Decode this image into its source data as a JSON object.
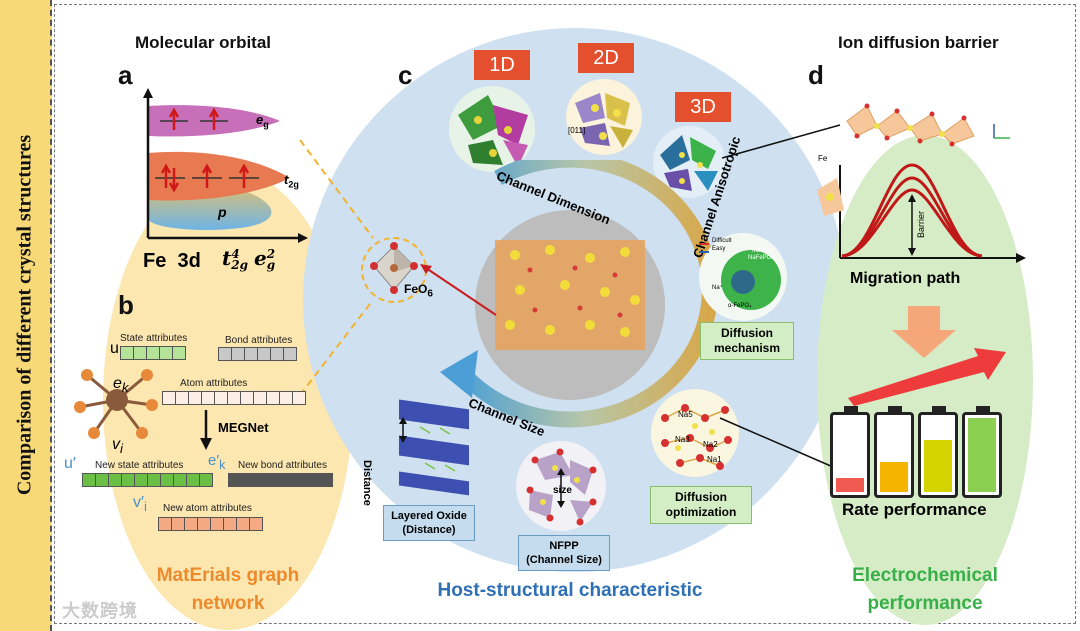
{
  "sidebar": {
    "title": "Comparison of different crystal structures"
  },
  "sections": {
    "a": {
      "letter": "a",
      "title": "Molecular orbital",
      "eg_label": "e",
      "eg_sub": "g",
      "t2g_label": "t",
      "t2g_sub": "2g",
      "p_label": "p",
      "axis_text": "Fe  3d",
      "config_t": "t",
      "config_t_sub": "2g",
      "config_t_sup": "4",
      "config_e": "e",
      "config_e_sub": "g",
      "config_e_sup": "2"
    },
    "b": {
      "letter": "b",
      "u": "u",
      "ek": "e",
      "ek_sub": "k",
      "vi": "v",
      "vi_sub": "i",
      "state_attributes": "State  attributes",
      "bond_attributes": "Bond attributes",
      "atom_attributes": "Atom attributes",
      "megnet": "MEGNet",
      "u_prime": "u′",
      "new_state": "New state  attributes",
      "e_prime": "e′",
      "e_prime_sub": "k",
      "new_bond": "New bond attributes",
      "v_prime": "v′",
      "v_prime_sub": "i",
      "new_atom": "New  atom attributes",
      "bottom_label_1": "MatErials graph",
      "bottom_label_2": "network"
    },
    "c": {
      "letter": "c",
      "tag_1d": "1D",
      "tag_2d": "2D",
      "tag_3d": "3D",
      "dir_011": "[011]",
      "channel_dimension": "Channel Dimension",
      "channel_anisotropic": "Channel Anisotropic",
      "channel_size": "Channel  Size",
      "feo6": "FeO",
      "feo6_sub": "6",
      "distance": "Distance",
      "layered_oxide_1": "Layered Oxide",
      "layered_oxide_2": "(Distance)",
      "size": "size",
      "nfpp_1": "NFPP",
      "nfpp_2": "(Channel  Size)",
      "diffusion_mechanism_1": "Diffusion",
      "diffusion_mechanism_2": "mechanism",
      "diffusion_optimization_1": "Diffusion",
      "diffusion_optimization_2": "optimization",
      "mech_difficult": "Difficult",
      "mech_easy": "Easy",
      "mech_maricite": "Maricite",
      "mech_nafepo4": "NaFePO₄",
      "mech_afepo4": "α-FePO₄",
      "mech_na": "Na⁺",
      "na_labels": [
        "Na5",
        "Na3",
        "Na2",
        "Na1"
      ],
      "bottom_label": "Host-structural characteristic"
    },
    "d": {
      "letter": "d",
      "title": "Ion diffusion barrier",
      "fe": "Fe",
      "barrier": "Barrier",
      "migration_path": "Migration path",
      "rate_performance": "Rate performance",
      "bottom_label_1": "Electrochemical",
      "bottom_label_2": "performance"
    }
  },
  "watermark": "大数跨境",
  "colors": {
    "sidebar": "#f7d978",
    "left_ellipse": "#fde7b0",
    "circle": "#cfe0f0",
    "right_ellipse": "#d6ecc6",
    "orange_text": "#ec8a2c",
    "blue_text": "#2f6fb3",
    "green_text": "#38b04a",
    "red_tag": "#e4502e"
  }
}
